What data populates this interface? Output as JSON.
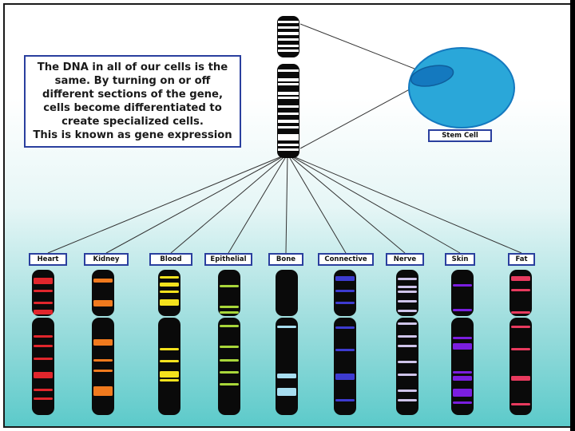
{
  "explanation": {
    "lines": [
      "The DNA in all of our cells is the",
      "same.  By turning on or off",
      "different sections of the gene,",
      "cells become differentiated to",
      "create specialized cells.",
      "This is known as gene expression"
    ]
  },
  "stem_cell": {
    "label": "Stem Cell",
    "fill": "#2aa7d9",
    "nucleus": "#1479bf"
  },
  "master_chromosome": {
    "band_color": "#ffffff"
  },
  "cell_types": [
    {
      "label": "Heart",
      "band_color": "#e0262c"
    },
    {
      "label": "Kidney",
      "band_color": "#f07a1e"
    },
    {
      "label": "Blood",
      "band_color": "#f5e21d"
    },
    {
      "label": "Epithelial",
      "band_color": "#a8d63a"
    },
    {
      "label": "Bone",
      "band_color": "#a8def0"
    },
    {
      "label": "Connective",
      "band_color": "#3d3bd0"
    },
    {
      "label": "Nerve",
      "band_color": "#cfc4ea"
    },
    {
      "label": "Skin",
      "band_color": "#7a1ee0"
    },
    {
      "label": "Fat",
      "band_color": "#e83a5e"
    }
  ]
}
